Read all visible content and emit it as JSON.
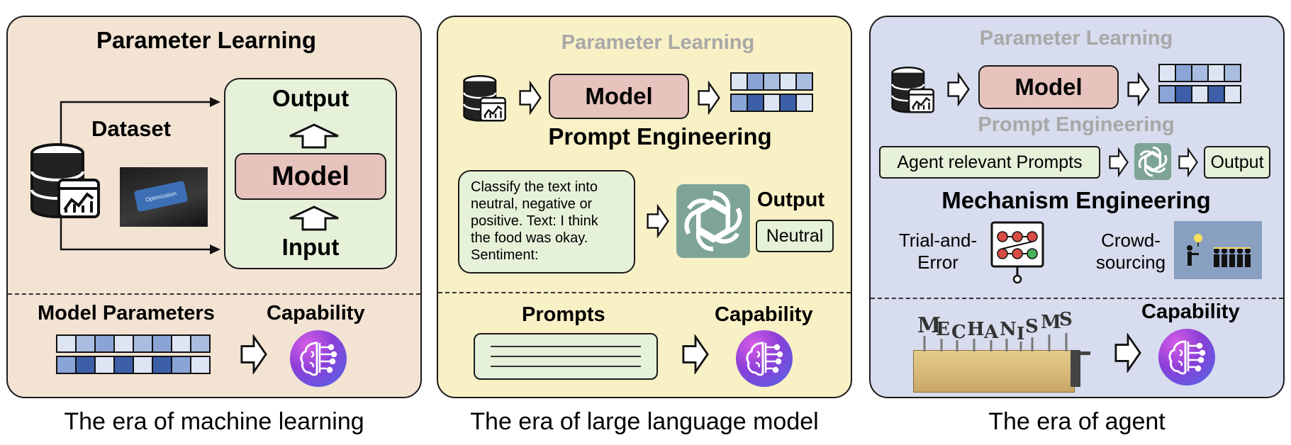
{
  "panel1": {
    "title": "Parameter Learning",
    "dataset_label": "Dataset",
    "output_label": "Output",
    "model_label": "Model",
    "input_label": "Input",
    "model_parameters_label": "Model Parameters",
    "capability_label": "Capability",
    "photo_button_text": "Optimization",
    "caption": "The era of machine learning"
  },
  "panel2": {
    "faded_title": "Parameter Learning",
    "model_label": "Model",
    "section_title": "Prompt Engineering",
    "prompt_lines": [
      "Classify  the text into",
      "neutral, negative or",
      "positive. Text: I think",
      "the food was okay.",
      "Sentiment:"
    ],
    "output_label": "Output",
    "output_value": "Neutral",
    "prompts_label": "Prompts",
    "capability_label": "Capability",
    "caption": "The era of large language model"
  },
  "panel3": {
    "faded_title": "Parameter Learning",
    "model_label": "Model",
    "faded_section": "Prompt Engineering",
    "agent_prompts_label": "Agent relevant Prompts",
    "output_label": "Output",
    "section_title": "Mechanism  Engineering",
    "trial_label_1": "Trial-and-",
    "trial_label_2": "Error",
    "crowd_label_1": "Crowd-",
    "crowd_label_2": "sourcing",
    "mechanisms_letters": [
      "M",
      "E",
      "C",
      "H",
      "A",
      "N",
      "I",
      "S",
      "M",
      "S"
    ],
    "capability_label": "Capability",
    "caption": "The era of agent"
  },
  "grids": {
    "p1_top": [
      "#dde5f3",
      "#a9bde0",
      "#8aa4d6",
      "#dde5f3",
      "#a9bde0",
      "#8aa4d6",
      "#dde5f3",
      "#a9bde0"
    ],
    "p1_bottom": [
      "#8aa4d6",
      "#3c5fa8",
      "#dde5f3",
      "#3c5fa8",
      "#dde5f3",
      "#3c5fa8",
      "#8aa4d6",
      "#dde5f3"
    ],
    "p2_top": [
      "#dde5f3",
      "#8aa4d6",
      "#a9bde0",
      "#dde5f3",
      "#a9bde0"
    ],
    "p2_bottom": [
      "#8aa4d6",
      "#3c5fa8",
      "#dde5f3",
      "#3c5fa8",
      "#dde5f3"
    ],
    "p3_top": [
      "#dde5f3",
      "#8aa4d6",
      "#a9bde0",
      "#dde5f3",
      "#a9bde0"
    ],
    "p3_bottom": [
      "#8aa4d6",
      "#3c5fa8",
      "#dde5f3",
      "#3c5fa8",
      "#dde5f3"
    ]
  },
  "colors": {
    "panel1_bg": "#f3e3d3",
    "panel2_bg": "#f9f1c6",
    "panel3_bg": "#d7dcee",
    "model_box": "#e7c3bd",
    "green_box": "#e6f1d9"
  }
}
